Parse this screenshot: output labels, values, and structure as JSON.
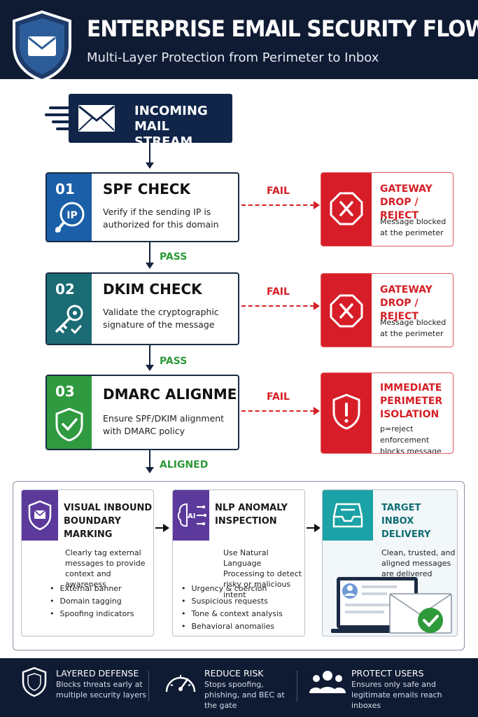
{
  "header": {
    "title": "ENTERPRISE EMAIL SECURITY FLOW",
    "subtitle": "Multi-Layer Protection from Perimeter to Inbox"
  },
  "incoming": {
    "label": "INCOMING MAIL STREAM"
  },
  "checks": [
    {
      "number": "01",
      "title": "SPF CHECK",
      "description": "Verify if the sending IP is authorized for this domain",
      "icon": "ip-search-icon",
      "color": "#1a5fa8",
      "fail_label": "FAIL"
    },
    {
      "number": "02",
      "title": "DKIM CHECK",
      "description": "Validate the cryptographic signature of the message",
      "icon": "key-icon",
      "color": "#1b6b74",
      "fail_label": "FAIL"
    },
    {
      "number": "03",
      "title": "DMARC ALIGNMENT",
      "description": "Ensure SPF/DKIM alignment with DMARC policy",
      "icon": "shield-check-icon",
      "color": "#2f9a3f",
      "fail_label": "FAIL"
    }
  ],
  "connectors": {
    "pass_1": "PASS",
    "pass_2": "PASS",
    "aligned": "ALIGNED"
  },
  "rejects": [
    {
      "title": "GATEWAY DROP / REJECT",
      "description": "Message blocked at the perimeter",
      "icon": "octagon-x-icon"
    },
    {
      "title": "GATEWAY DROP / REJECT",
      "description": "Message blocked at the perimeter",
      "icon": "octagon-x-icon"
    },
    {
      "title": "IMMEDIATE PERIMETER ISOLATION",
      "description": "p=reject enforcement blocks message",
      "icon": "shield-alert-icon"
    }
  ],
  "stages": [
    {
      "title": "VISUAL INBOUND BOUNDARY MARKING",
      "description": "Clearly tag external messages to provide context and awareness",
      "bullets": [
        "External banner",
        "Domain tagging",
        "Spoofing indicators"
      ],
      "icon": "shield-mail-icon",
      "color": "#5b3a9c"
    },
    {
      "title": "NLP ANOMALY INSPECTION",
      "description": "Use Natural Language Processing to detect risky or malicious intent",
      "bullets": [
        "Urgency & coercion",
        "Suspicious requests",
        "Tone & context analysis",
        "Behavioral anomalies"
      ],
      "icon": "ai-brain-icon",
      "color": "#5b3a9c"
    },
    {
      "title": "TARGET INBOX DELIVERY",
      "description": "Clean, trusted, and aligned messages are delivered safely",
      "bullets": [],
      "icon": "inbox-tray-icon",
      "color": "#1aa2a6"
    }
  ],
  "footer": [
    {
      "title": "LAYERED DEFENSE",
      "description": "Blocks threats early at multiple security layers",
      "icon": "shield-icon"
    },
    {
      "title": "REDUCE RISK",
      "description": "Stops spoofing, phishing, and BEC at the gate",
      "icon": "gauge-icon"
    },
    {
      "title": "PROTECT USERS",
      "description": "Ensures only safe and legitimate emails reach inboxes",
      "icon": "users-icon"
    }
  ],
  "colors": {
    "navy": "#0f1b33",
    "fail_red": "#d51f26",
    "pass_green": "#2e9a3a",
    "reject_band": "#d71e28"
  }
}
